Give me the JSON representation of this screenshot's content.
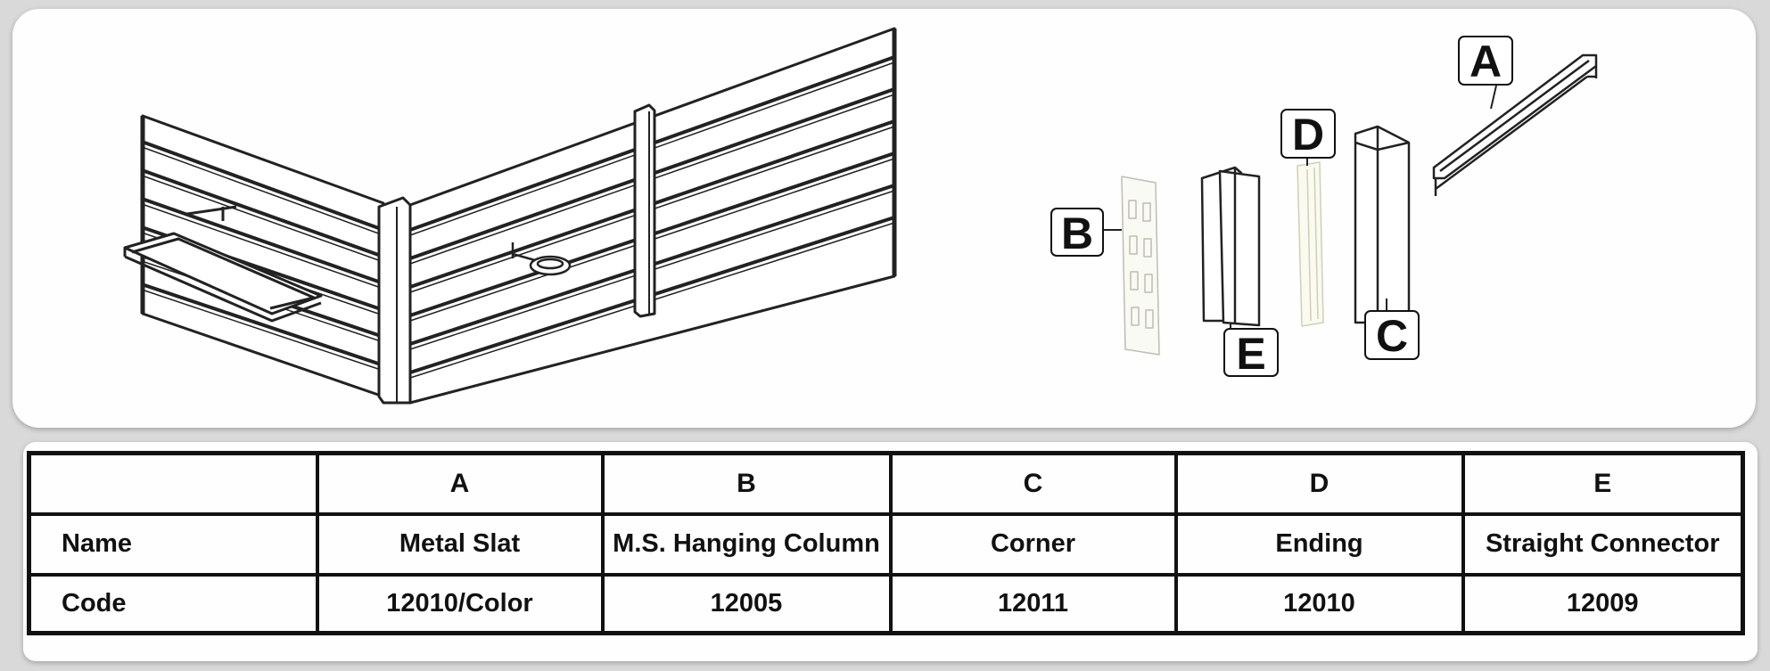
{
  "callouts": {
    "a": "A",
    "b": "B",
    "c": "C",
    "d": "D",
    "e": "E"
  },
  "table": {
    "header": [
      "",
      "A",
      "B",
      "C",
      "D",
      "E"
    ],
    "rows": [
      {
        "label": "Name",
        "cells": [
          "Metal Slat",
          "M.S. Hanging Column",
          "Corner",
          "Ending",
          "Straight Connector"
        ]
      },
      {
        "label": "Code",
        "cells": [
          "12010/Color",
          "12005",
          "12011",
          "12010",
          "12009"
        ]
      }
    ]
  }
}
